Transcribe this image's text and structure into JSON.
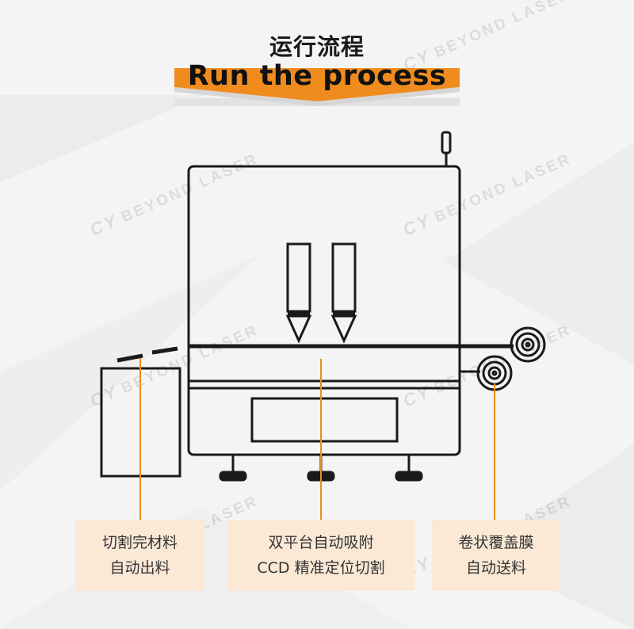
{
  "title": {
    "cn": "运行流程",
    "en": "Run the process"
  },
  "watermark_text": "BEYOND LASER",
  "watermark_logo": "CY",
  "labels": [
    {
      "line1": "切割完材料",
      "line2": "自动出料"
    },
    {
      "line1": "双平台自动吸附",
      "line2": "CCD 精准定位切割"
    },
    {
      "line1": "卷状覆盖膜",
      "line2": "自动送料"
    }
  ],
  "colors": {
    "accent": "#f08c1e",
    "label_bg": "#fbe9d6",
    "line": "#1a1a1a",
    "background": "#f4f4f4"
  },
  "icons": [
    "laser-head-icon",
    "film-roll-icon",
    "foot-icon"
  ]
}
